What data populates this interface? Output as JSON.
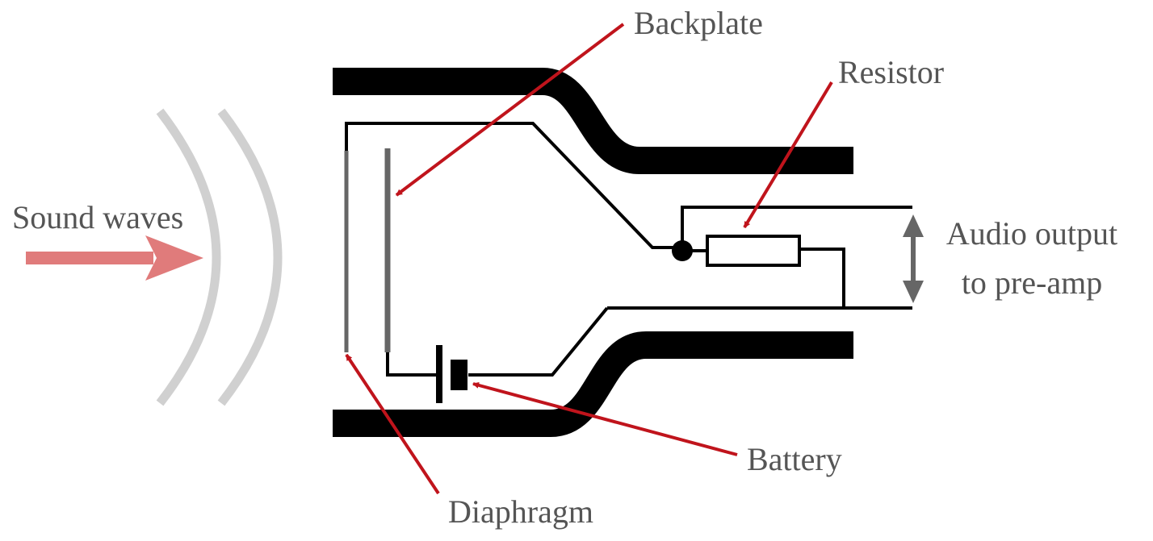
{
  "labels": {
    "sound_waves": "Sound waves",
    "backplate": "Backplate",
    "resistor": "Resistor",
    "audio_output_line1": "Audio output",
    "audio_output_line2": "to pre-amp",
    "battery": "Battery",
    "diaphragm": "Diaphragm"
  },
  "colors": {
    "label_text": "#555555",
    "pointer_arrow": "#c0141c",
    "sound_arrow": "#e07b7b",
    "sound_waves": "#d0d0d0",
    "housing": "#000000",
    "wire": "#000000",
    "plates": "#666666",
    "output_arrow": "#666666"
  }
}
